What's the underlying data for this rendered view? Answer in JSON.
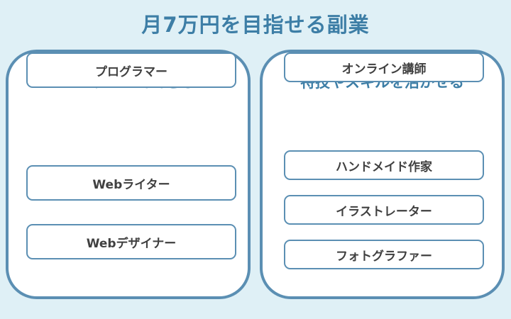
{
  "title": "月7万円を目指せる副業",
  "left_panel": {
    "heading": "オンラインでできる",
    "items": [
      "Webライター",
      "Webデザイナー",
      "プログラマー"
    ]
  },
  "right_panel": {
    "heading": "特技やスキルを活かせる",
    "items": [
      "ハンドメイド作家",
      "イラストレーター",
      "フォトグラファー",
      "オンライン講師"
    ]
  },
  "colors": {
    "background": "#dff0f6",
    "accent": "#3d7ea6",
    "border": "#5b8fb3",
    "item_text": "#404040"
  }
}
